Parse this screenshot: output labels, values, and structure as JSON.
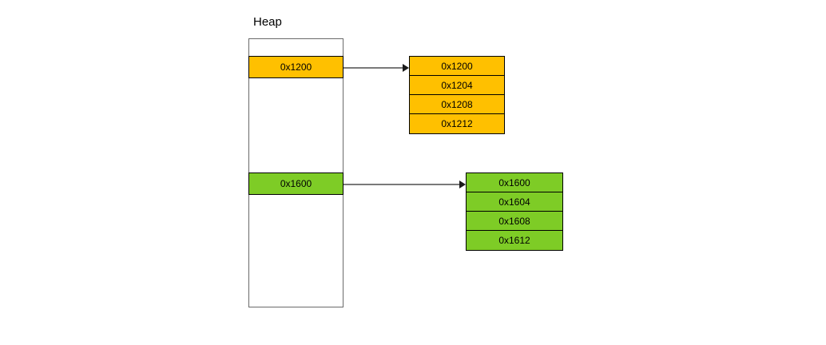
{
  "diagram": {
    "heap": {
      "title": "Heap",
      "slots": [
        {
          "label": "0x1200",
          "color": "#ffc000"
        },
        {
          "label": "0x1600",
          "color": "#7ecc26"
        }
      ]
    },
    "allocations": [
      {
        "name": "orange-allocation",
        "color": "#ffc000",
        "rows": [
          "0x1200",
          "0x1204",
          "0x1208",
          "0x1212"
        ]
      },
      {
        "name": "green-allocation",
        "color": "#7ecc26",
        "rows": [
          "0x1600",
          "0x1604",
          "0x1608",
          "0x1612"
        ]
      }
    ],
    "arrows": [
      {
        "name": "pointer-arrow-orange",
        "from": "0x1200",
        "to": "0x1200"
      },
      {
        "name": "pointer-arrow-green",
        "from": "0x1600",
        "to": "0x1600"
      }
    ]
  }
}
